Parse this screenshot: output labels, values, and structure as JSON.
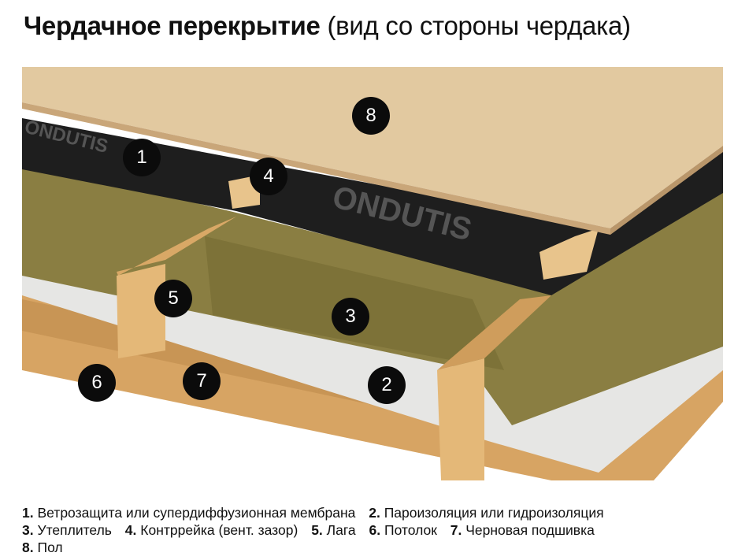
{
  "title": {
    "bold": "Чердачное перекрытие",
    "normal": "(вид со стороны чердака)"
  },
  "membrane_brand": "ONDUTIS",
  "badges": [
    "8",
    "1",
    "4",
    "5",
    "3",
    "6",
    "7",
    "2"
  ],
  "legend": [
    [
      {
        "num": "1.",
        "text": "Ветрозащита или супердиффузионная мембрана"
      },
      {
        "num": "2.",
        "text": "Пароизоляция или гидроизоляция"
      }
    ],
    [
      {
        "num": "3.",
        "text": "Утеплитель"
      },
      {
        "num": "4.",
        "text": "Контррейка (вент. зазор)"
      },
      {
        "num": "5.",
        "text": "Лага"
      },
      {
        "num": "6.",
        "text": "Потолок"
      },
      {
        "num": "7.",
        "text": "Черновая подшивка"
      }
    ],
    [
      {
        "num": "8.",
        "text": "Пол"
      }
    ]
  ],
  "colors": {
    "board": "#e2c9a0",
    "membrane": "#1e1e1e",
    "insulation": "#8a7e42",
    "vapor": "#e6e6e4",
    "wood": "#d9a866"
  }
}
